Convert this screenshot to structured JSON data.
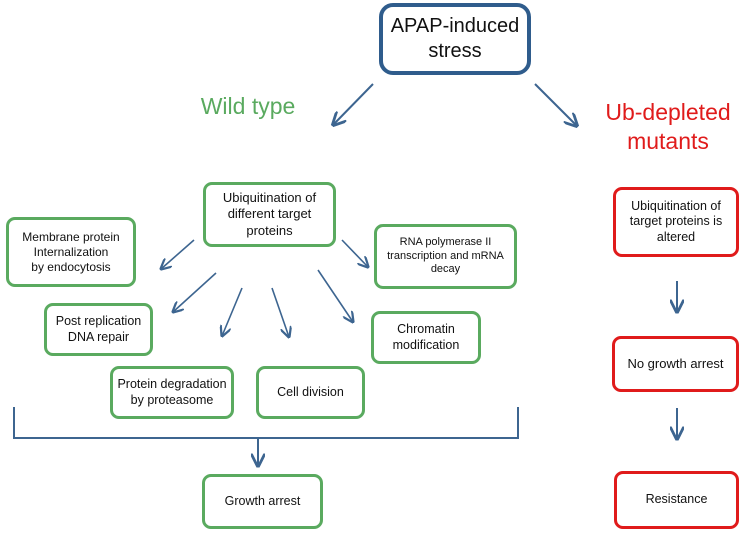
{
  "colors": {
    "wild_type": "#5aaa5f",
    "mutant": "#e01b1b",
    "root": "#2f5c8c",
    "arrow": "#3d6590"
  },
  "root": {
    "label": "APAP-induced\nstress"
  },
  "wild_type": {
    "heading": "Wild type",
    "hub": "Ubiquitination of\ndifferent target\nproteins",
    "processes": {
      "membrane": "Membrane protein\nInternalization\nby endocytosis",
      "dna_repair": "Post replication\nDNA repair",
      "proteasome": "Protein degradation\nby proteasome",
      "cell_division": "Cell division",
      "chromatin": "Chromatin\nmodification",
      "rna_pol": "RNA polymerase II\ntranscription and mRNA\ndecay"
    },
    "outcome": "Growth arrest"
  },
  "mutant": {
    "heading": "Ub-depleted\nmutants",
    "steps": {
      "altered": "Ubiquitination of\ntarget proteins is\naltered",
      "no_arrest": "No growth arrest",
      "resistance": "Resistance"
    }
  }
}
